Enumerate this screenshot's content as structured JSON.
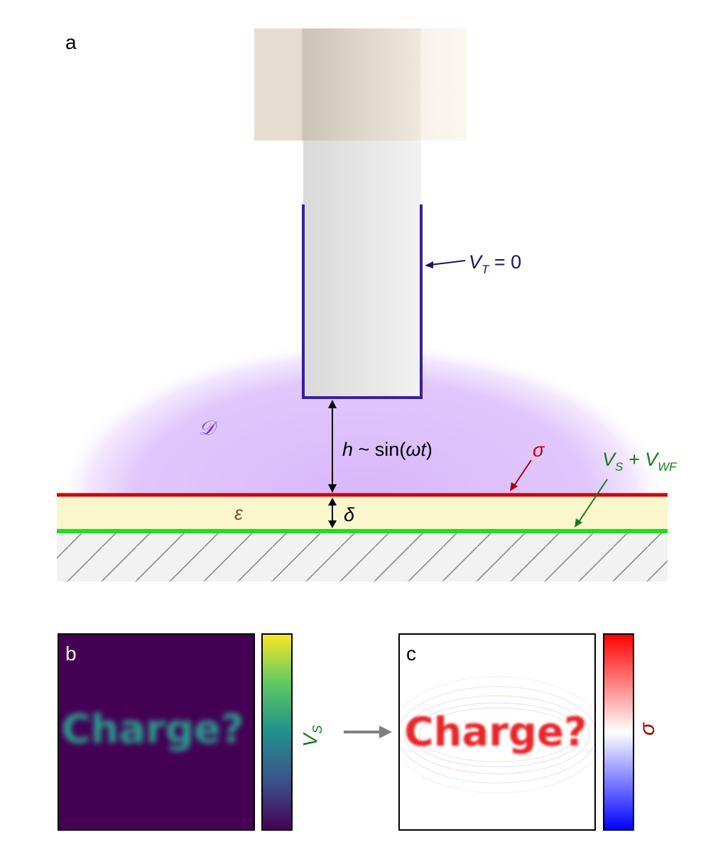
{
  "panels": {
    "a": "a",
    "b": "b",
    "c": "c"
  },
  "labels": {
    "tip_potential_var": "V",
    "tip_potential_sub": "T",
    "tip_potential_rest": " = 0",
    "domain_symbol": "𝒟",
    "height_var": "h",
    "height_rest": " ~ sin(",
    "height_omega": "ωt",
    "height_close": ")",
    "sigma": "σ",
    "surface_v": "V",
    "surface_sub_s": "S",
    "surface_plus": " + V",
    "surface_sub_wf": "WF",
    "epsilon": "ε",
    "delta": "δ"
  },
  "image_b": {
    "text": "Charge?",
    "colorbar_var": "V",
    "colorbar_sub": "S"
  },
  "image_c": {
    "text": "Charge?",
    "colorbar_label": "σ"
  },
  "colors": {
    "tip_outline": "#3a1f9c",
    "tip_label": "#1a1464",
    "domain_glow": "#c896ff",
    "domain_label": "#7a3fc0",
    "sigma_line": "#cc0000",
    "ground_line": "#22dd22",
    "surface_label": "#1a7a1a",
    "dielectric": "#fbf6cc",
    "epsilon_label": "#7a5a1a",
    "viridis_bg": "#440154",
    "viridis_text": "#2a9d8f",
    "charge_red": "#e8262b"
  }
}
